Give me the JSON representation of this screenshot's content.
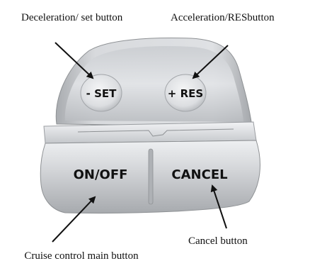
{
  "callouts": {
    "deceleration_set": "Deceleration/ set button",
    "acceleration_res": "Acceleration/RESbutton",
    "cancel": "Cancel button",
    "cruise_main": "Cruise control main button"
  },
  "button_labels": {
    "set": "- SET",
    "res": "+ RES",
    "onoff": "ON/OFF",
    "cancel": "CANCEL"
  },
  "colors": {
    "housing_light": "#d9dbde",
    "housing_mid": "#b7babe",
    "housing_dark": "#8e9194",
    "text": "#111111"
  }
}
